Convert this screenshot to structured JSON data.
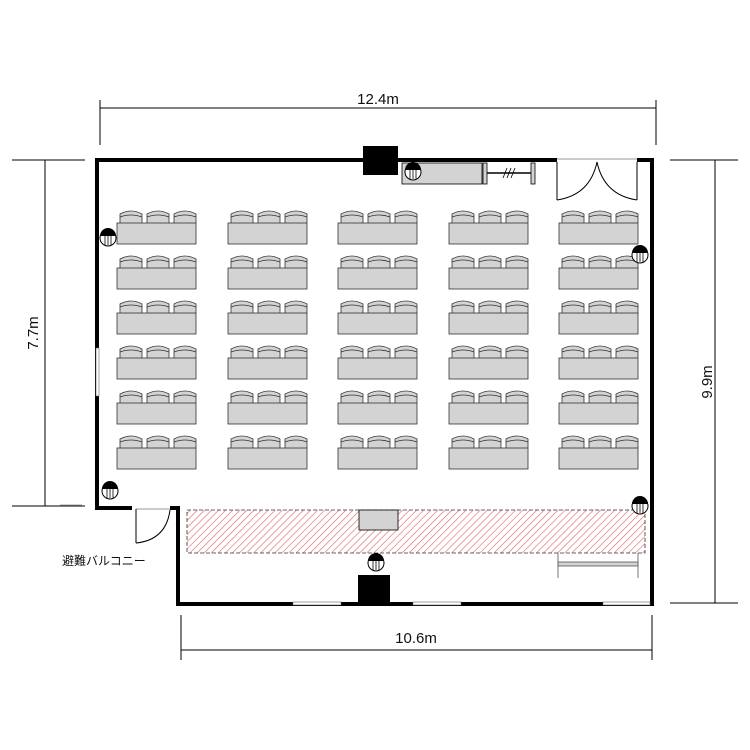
{
  "dimensions": {
    "top": "12.4m",
    "left": "7.7m",
    "right": "9.9m",
    "bottom": "10.6m"
  },
  "labels": {
    "balcony": "避難バルコニー"
  },
  "layout": {
    "table_columns": 5,
    "table_rows": 6,
    "chairs_per_table": 3
  },
  "colors": {
    "wall": "#000000",
    "table": "#d3d3d3",
    "stage_hatch": "#e06060"
  }
}
